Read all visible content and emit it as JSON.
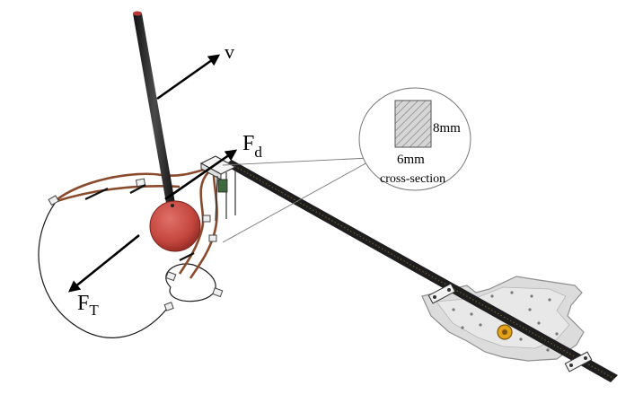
{
  "labels": {
    "velocity": "v",
    "drag_force_main": "F",
    "drag_force_sub": "d",
    "tension_force_main": "F",
    "tension_force_sub": "T"
  },
  "cross_section": {
    "height_label": "8mm",
    "width_label": "6mm",
    "caption": "cross-section"
  },
  "colors": {
    "ball": "#c4473e",
    "rod": "#2a2a2a",
    "cable": "#8a4a2c",
    "plate": "#d9d9d9",
    "rail": "#1e1e1e",
    "gear": "#e3a21a",
    "hatch": "#9a9a9a"
  }
}
